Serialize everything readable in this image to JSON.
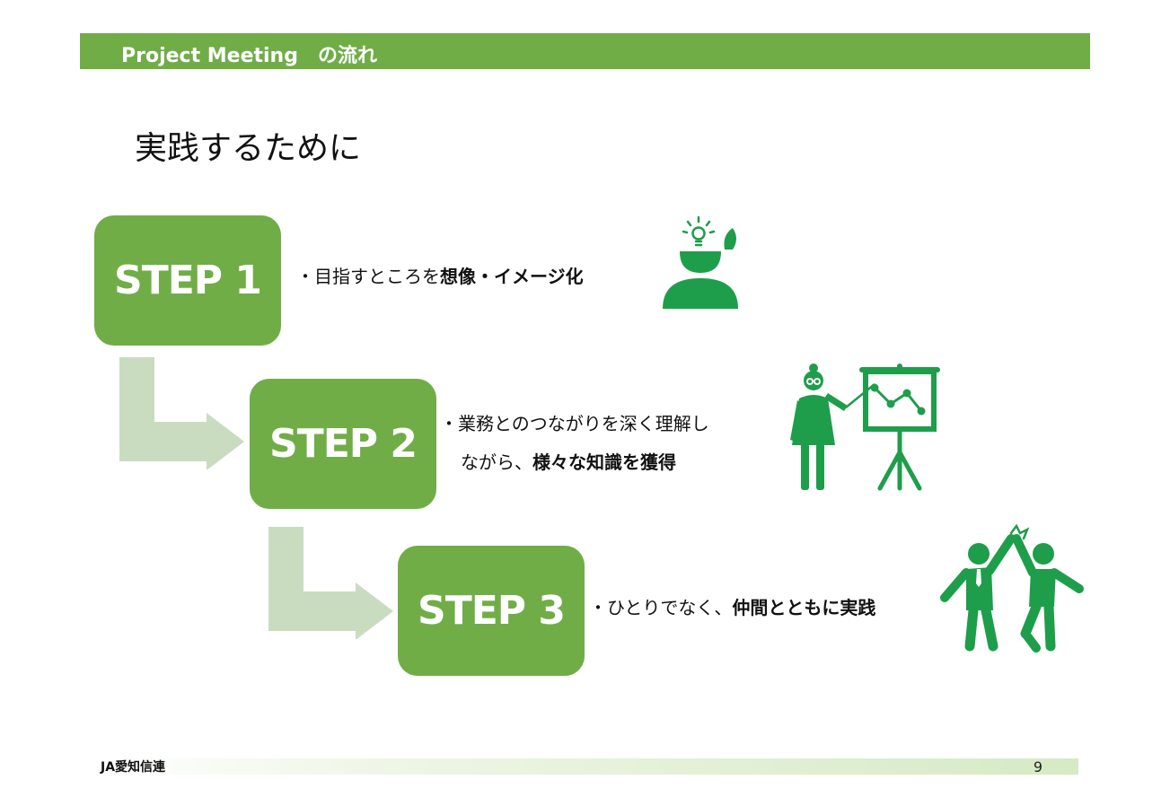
{
  "header": {
    "title": "Project Meeting　の流れ"
  },
  "heading": "実践するために",
  "steps": [
    {
      "label": "STEP 1",
      "text_prefix": "・目指すところを",
      "text_bold": "想像・イメージ化",
      "icon": "idea-head-icon"
    },
    {
      "label": "STEP 2",
      "text_line1": "・業務とのつながりを深く理解し",
      "text_line2_prefix": "ながら、",
      "text_line2_bold": "様々な知識を獲得",
      "icon": "presenter-icon"
    },
    {
      "label": "STEP 3",
      "text_prefix": "・ひとりでなく、",
      "text_bold": "仲間とともに実践",
      "icon": "high-five-icon"
    }
  ],
  "colors": {
    "accent": "#70ad47",
    "icon_green": "#1e9e4a",
    "connector": "#c9dcc0"
  },
  "footer": {
    "org": "JA愛知信連",
    "page_number": "9"
  }
}
